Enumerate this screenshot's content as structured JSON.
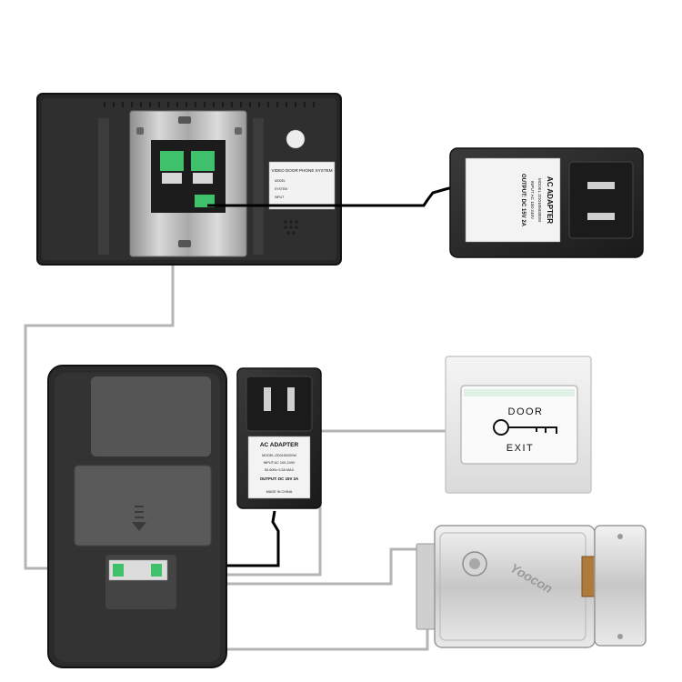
{
  "monitor": {
    "label_panel": {
      "title": "VIDEO DOOR PHONE SYSTEM",
      "rows": [
        "MODEL",
        "SYSTEM",
        "INPUT"
      ]
    }
  },
  "adapter_large": {
    "line1": "AC ADAPTER",
    "line2": "MODEL ZD01050300W",
    "line3": "INPUT AC 100-240V",
    "line4": "OUTPUT: DC 15V 2A"
  },
  "adapter_small": {
    "title": "AC ADAPTER",
    "lines": [
      "MODEL:ZD0150200W",
      "INPUT:AC 100-240V",
      "50-60Hz 0.5A MAX",
      "OUTPUT: DC 15V 2A",
      "MADE IN CHINA"
    ]
  },
  "exit_button": {
    "top_text": "DOOR",
    "bottom_text": "EXIT"
  },
  "lock": {
    "brand": "Yoocon"
  },
  "colors": {
    "wire_gray": "#b4b4b4",
    "wire_black": "#000000",
    "device_dark": "#2a2a2a",
    "metal": "#c9c9c9"
  }
}
